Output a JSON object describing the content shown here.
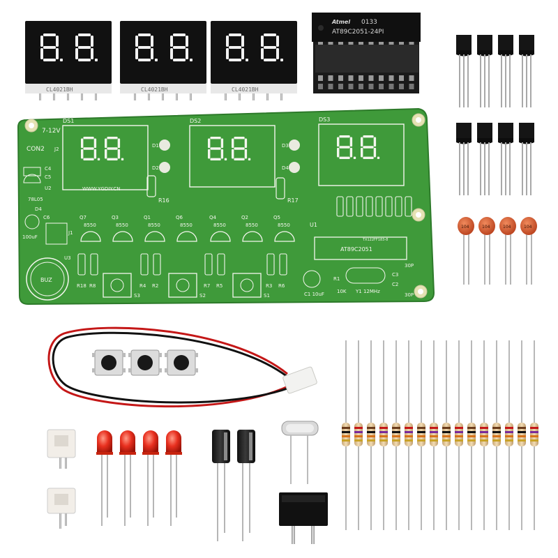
{
  "top_displays": {
    "part_codes": [
      "CL4021BH",
      "CL4021BH",
      "CL4021BH"
    ],
    "digits": [
      "8.8.",
      "8.8.",
      "8.8."
    ]
  },
  "chip": {
    "brand": "Atmel",
    "lot": "0133",
    "part": "AT89C2051-24PI"
  },
  "pcb": {
    "color": "#3f9a3a",
    "display_labels": [
      "DS1",
      "DS2",
      "DS3"
    ],
    "voltage": "7-12V",
    "connector": "CON2",
    "url": "WWW.YGDIY.CN",
    "led_labels": [
      "D1",
      "D2",
      "D3",
      "D4"
    ],
    "resistor_labels_mid": [
      "R16",
      "R17"
    ],
    "transistor_refs": [
      "Q7",
      "Q3",
      "Q1",
      "Q6",
      "Q4",
      "Q2",
      "Q5"
    ],
    "transistor_type": "8550",
    "ic_ref": "U1",
    "ic_name": "AT89C2051",
    "ic_small": "TX122FF183-8",
    "left_parts": [
      "J2",
      "C4",
      "C5",
      "U2",
      "78L05",
      "D4",
      "C6",
      "100uF",
      "J1",
      "U3",
      "BUZ"
    ],
    "bottom_resistors": [
      "R18",
      "R8",
      "R4",
      "R2",
      "R7",
      "R5",
      "R3",
      "R6"
    ],
    "switches": [
      "S3",
      "S2",
      "S1"
    ],
    "cap_labels": [
      "C3",
      "C2"
    ],
    "cap_values": [
      "30P",
      "30P"
    ],
    "c1_label": "C1 10uF",
    "r1_label": "R1",
    "r1_value": "10K",
    "crystal": "Y1 12MHz"
  },
  "cap_codes": [
    "104",
    "104",
    "104",
    "104"
  ],
  "counts": {
    "transistors_row1": 4,
    "transistors_row2": 4,
    "ceramic_caps": 4,
    "buttons": 3,
    "red_leds": 4,
    "electrolytic_caps": 2,
    "resistors": 16
  },
  "colors": {
    "pcb_green": "#3f9a3a",
    "segment_white": "#f2f2f2",
    "led_red": "#e8301f",
    "ceramic_orange": "#d9532a",
    "component_black": "#151515"
  }
}
